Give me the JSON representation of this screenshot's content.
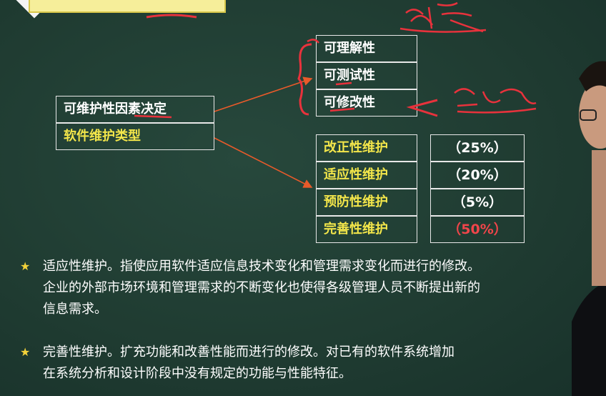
{
  "factors_box": {
    "row1": "可维护性因素决定",
    "row2": "软件维护类型"
  },
  "qualities": [
    "可理解性",
    "可测试性",
    "可修改性"
  ],
  "maintenance_types": [
    {
      "name": "改正性维护",
      "pct": "（25%）",
      "highlight": false
    },
    {
      "name": "适应性维护",
      "pct": "（20%）",
      "highlight": false
    },
    {
      "name": "预防性维护",
      "pct": "（5%）",
      "highlight": false
    },
    {
      "name": "完善性维护",
      "pct": "（50%）",
      "highlight": true
    }
  ],
  "bullets": [
    {
      "star": "★",
      "lines": [
        "适应性维护。指使应用软件适应信息技术变化和管理需求变化而进行的修改。",
        "企业的外部市场环境和管理需求的不断变化也使得各级管理人员不断提出新的",
        "信息需求。"
      ]
    },
    {
      "star": "★",
      "lines": [
        "完善性维护。扩充功能和改善性能而进行的修改。对已有的软件系统增加",
        "在系统分析和设计阶段中没有规定的功能与性能特征。"
      ]
    }
  ],
  "colors": {
    "board": "#1f3b31",
    "yellow_text": "#f3e64a",
    "red_ink": "#e8323c",
    "arrow": "#e85a2a"
  }
}
